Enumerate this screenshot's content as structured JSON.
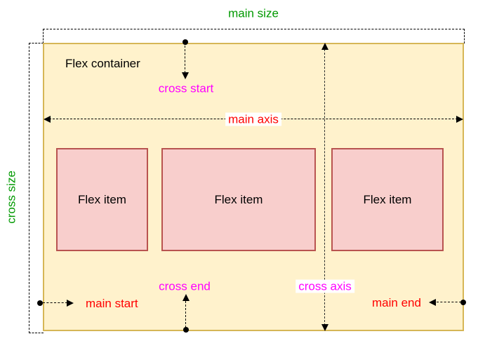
{
  "diagram": {
    "type": "flexbox-terminology-diagram",
    "labels": {
      "main_size": "main size",
      "cross_size": "cross size",
      "flex_container": "Flex container",
      "cross_start": "cross start",
      "cross_end": "cross end",
      "main_axis": "main axis",
      "cross_axis": "cross axis",
      "main_start": "main start",
      "main_end": "main end"
    },
    "items": [
      {
        "label": "Flex item"
      },
      {
        "label": "Flex item"
      },
      {
        "label": "Flex item"
      }
    ],
    "colors": {
      "green": "#009900",
      "red": "#ff0000",
      "magenta": "#ff00ff",
      "container_fill": "#fff2cc",
      "container_stroke": "#d6b656",
      "item_fill": "#f8cecc",
      "item_stroke": "#b85450"
    }
  }
}
